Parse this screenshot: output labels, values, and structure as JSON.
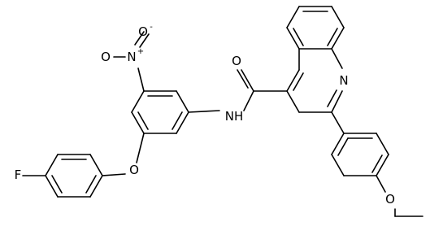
{
  "labels": {
    "o_nitro_minus": "O",
    "o_nitro_minus_charge": "-",
    "n_nitro": "N",
    "n_nitro_charge": "+",
    "o_nitro": "O",
    "o_amide": "O",
    "n_amide": "NH",
    "n_quinoline": "N",
    "o_ether": "O",
    "fluorine": "F",
    "o_methoxy": "O"
  }
}
